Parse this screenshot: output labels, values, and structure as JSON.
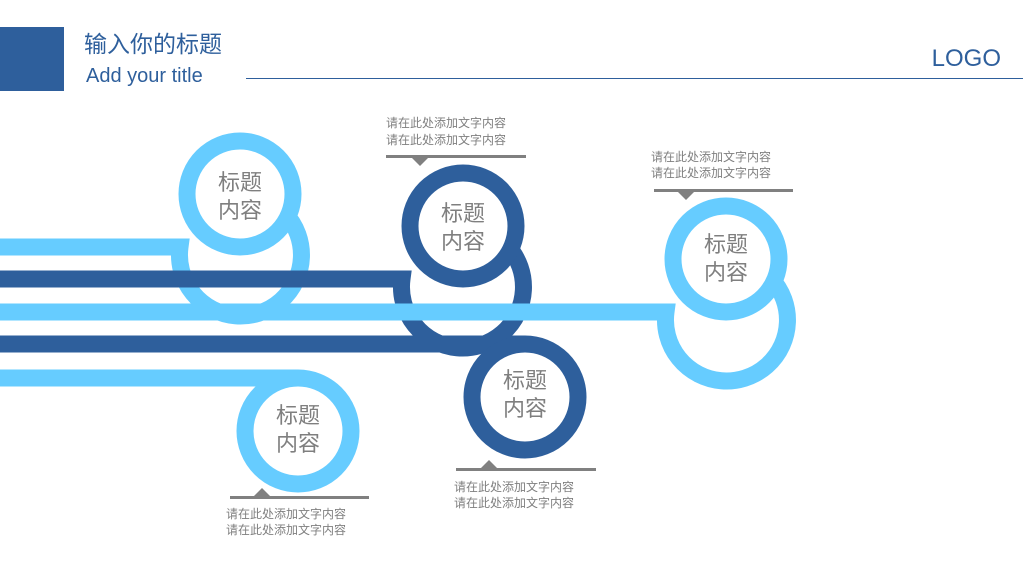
{
  "header": {
    "title_zh": "输入你的标题",
    "title_en": "Add your title",
    "logo": "LOGO"
  },
  "colors": {
    "light_blue": "#66ccff",
    "dark_blue": "#2e5f9c",
    "text_gray": "#7f7f7f",
    "callout_gray": "#808080"
  },
  "nodes": [
    {
      "id": "n1",
      "line1": "标题",
      "line2": "内容",
      "tone": "light"
    },
    {
      "id": "n2",
      "line1": "标题",
      "line2": "内容",
      "tone": "dark",
      "note1": "请在此处添加文字内容",
      "note2": "请在此处添加文字内容"
    },
    {
      "id": "n3",
      "line1": "标题",
      "line2": "内容",
      "tone": "light",
      "note1": "请在此处添加文字内容",
      "note2": "请在此处添加文字内容"
    },
    {
      "id": "n4",
      "line1": "标题",
      "line2": "内容",
      "tone": "dark",
      "note1": "请在此处添加文字内容",
      "note2": "请在此处添加文字内容"
    },
    {
      "id": "n5",
      "line1": "标题",
      "line2": "内容",
      "tone": "light",
      "note1": "请在此处添加文字内容",
      "note2": "请在此处添加文字内容"
    }
  ]
}
